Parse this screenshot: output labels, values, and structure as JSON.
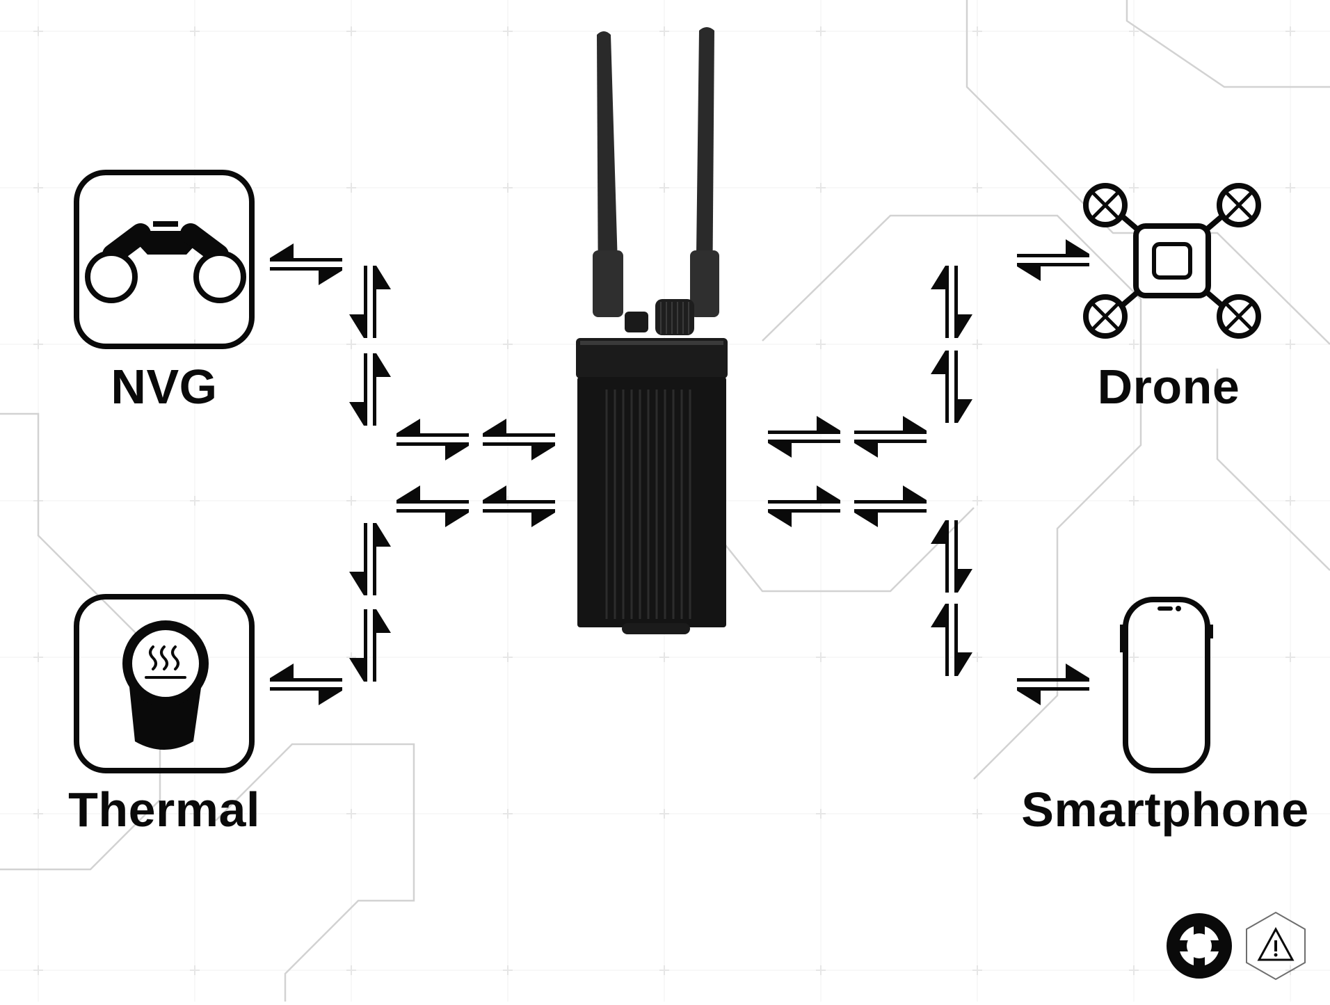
{
  "diagram": {
    "hub": {
      "name": "radio-transceiver"
    },
    "nodes": [
      {
        "id": "nvg",
        "label": "NVG",
        "icon": "night-vision-goggles-icon"
      },
      {
        "id": "drone",
        "label": "Drone",
        "icon": "drone-icon"
      },
      {
        "id": "thermal",
        "label": "Thermal",
        "icon": "thermal-scope-icon"
      },
      {
        "id": "smartphone",
        "label": "Smartphone",
        "icon": "smartphone-icon"
      }
    ],
    "links": [
      {
        "from": "nvg",
        "to": "radio-transceiver",
        "direction": "bidirectional"
      },
      {
        "from": "thermal",
        "to": "radio-transceiver",
        "direction": "bidirectional"
      },
      {
        "from": "drone",
        "to": "radio-transceiver",
        "direction": "bidirectional"
      },
      {
        "from": "smartphone",
        "to": "radio-transceiver",
        "direction": "bidirectional"
      }
    ],
    "logos": [
      {
        "name": "crosshair-logo-icon"
      },
      {
        "name": "warning-hexagon-logo-icon"
      }
    ]
  },
  "colors": {
    "ink": "#0a0a0a",
    "background": "#ffffff",
    "grid": "#d9d9d9",
    "circuit": "#d2d2d2",
    "device_body": "#141414",
    "antenna": "#2a2a2a"
  }
}
